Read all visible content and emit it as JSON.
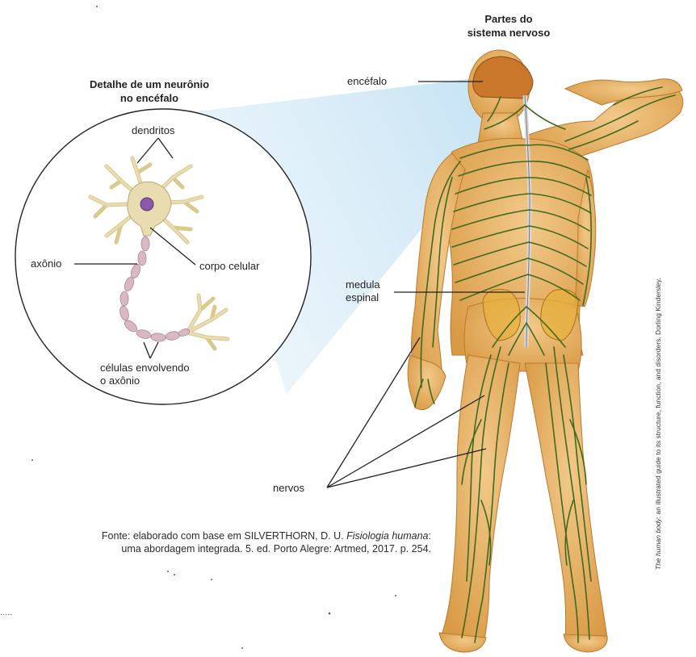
{
  "figure_title": {
    "line1": "Partes do",
    "line2": "sistema nervoso"
  },
  "detail_title": {
    "line1": "Detalhe de um neurônio",
    "line2": "no encéfalo"
  },
  "labels": {
    "encefalo": "encéfalo",
    "dendritos": "dendritos",
    "axonio": "axônio",
    "corpo_celular": "corpo celular",
    "celulas_line1": "células envolvendo",
    "celulas_line2": "o axônio",
    "medula_line1": "medula",
    "medula_line2": "espinal",
    "nervos": "nervos"
  },
  "source": {
    "prefix": "Fonte: elaborado com base em SILVERTHORN, D. U. ",
    "title_italic": "Fisiologia humana",
    "suffix": ":",
    "line2": "uma abordagem integrada. 5. ed. Porto Alegre: Artmed, 2017. p. 254."
  },
  "credit": {
    "italic": "The human body",
    "rest": ": an illustrated guide to its structure, function, and disorders. Dorling Kindersley."
  },
  "colors": {
    "skin": "#e9b56a",
    "skin_dark": "#d79a48",
    "nerve": "#3f6a1e",
    "neuron": "#e8dcb0",
    "myelin": "#d9b8c4",
    "nucleus": "#8a5aa8",
    "callout_fill": "#cfe6f4"
  }
}
